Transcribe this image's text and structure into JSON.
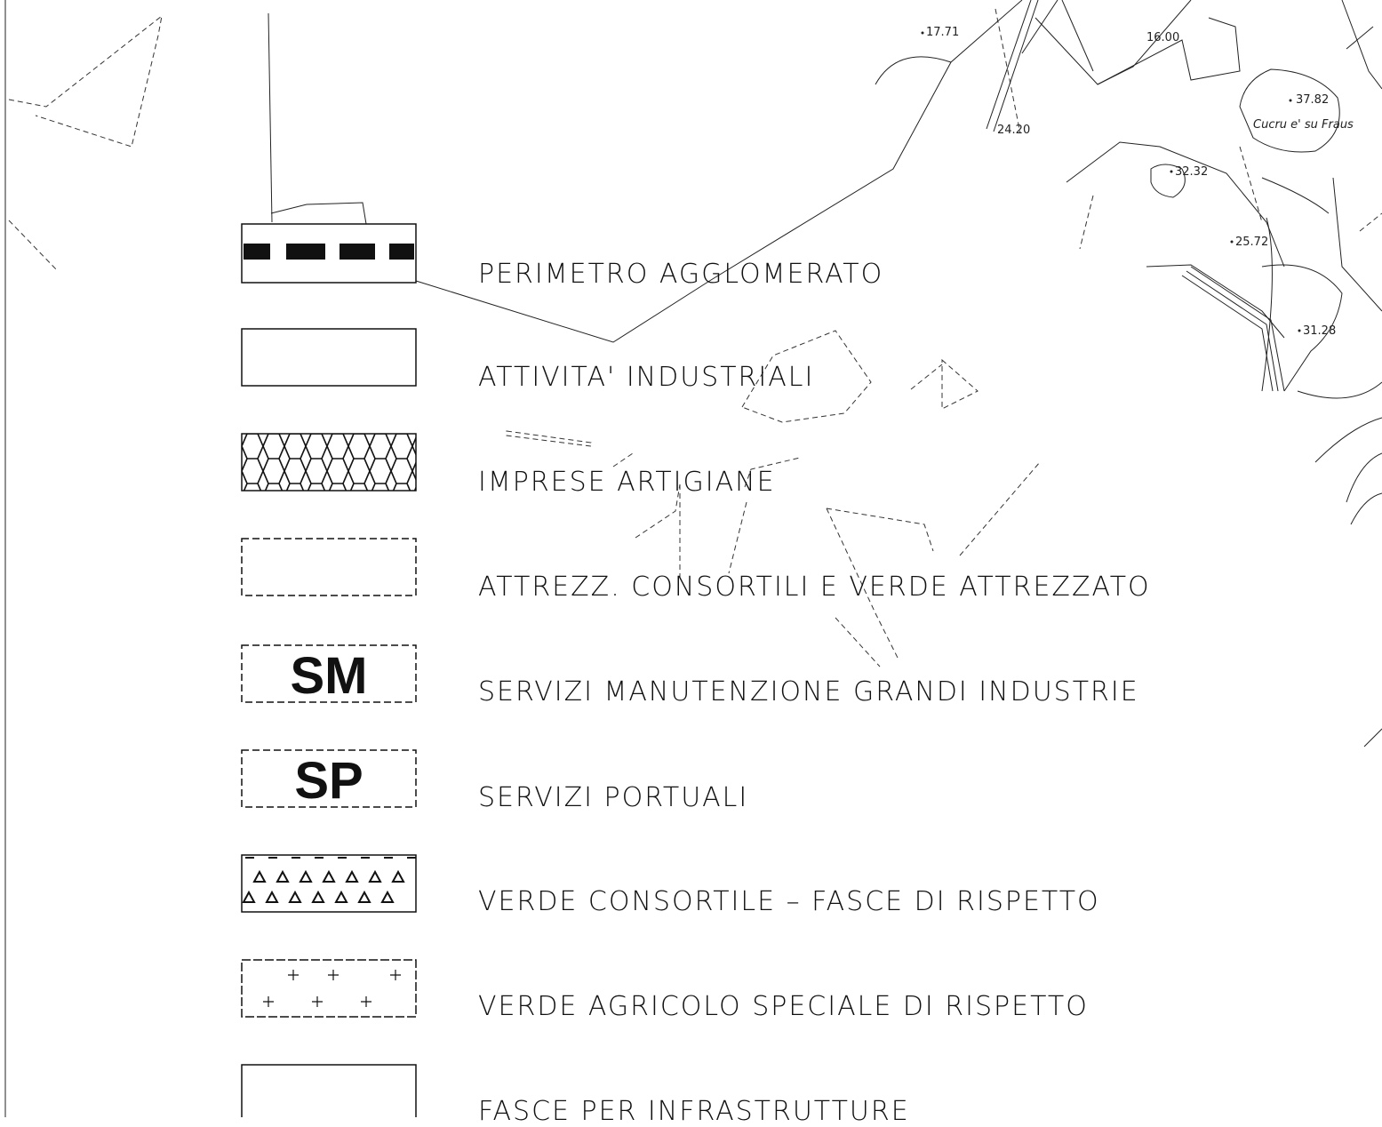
{
  "legend": {
    "items": [
      {
        "id": "perimetro",
        "label": "PERIMETRO AGGLOMERATO"
      },
      {
        "id": "industriali",
        "label": "ATTIVITA' INDUSTRIALI"
      },
      {
        "id": "artigiane",
        "label": "IMPRESE ARTIGIANE"
      },
      {
        "id": "consortili",
        "label": "ATTREZZ. CONSORTILI E VERDE ATTREZZATO"
      },
      {
        "id": "manutenzione",
        "label": "SERVIZI MANUTENZIONE GRANDI INDUSTRIE",
        "symbol": "SM"
      },
      {
        "id": "portuali",
        "label": "SERVIZI PORTUALI",
        "symbol": "SP"
      },
      {
        "id": "verde-consortile",
        "label": "VERDE CONSORTILE – FASCE DI RISPETTO"
      },
      {
        "id": "verde-agricolo",
        "label": "VERDE AGRICOLO SPECIALE DI RISPETTO"
      },
      {
        "id": "infrastrutture",
        "label": "FASCE PER INFRASTRUTTURE"
      }
    ]
  },
  "map": {
    "spot_heights": [
      "17.71",
      "16.00",
      "24.20",
      "37.82",
      "32.32",
      "25.72",
      "31.28"
    ],
    "place_name": "Cucru e' su Fraus"
  }
}
